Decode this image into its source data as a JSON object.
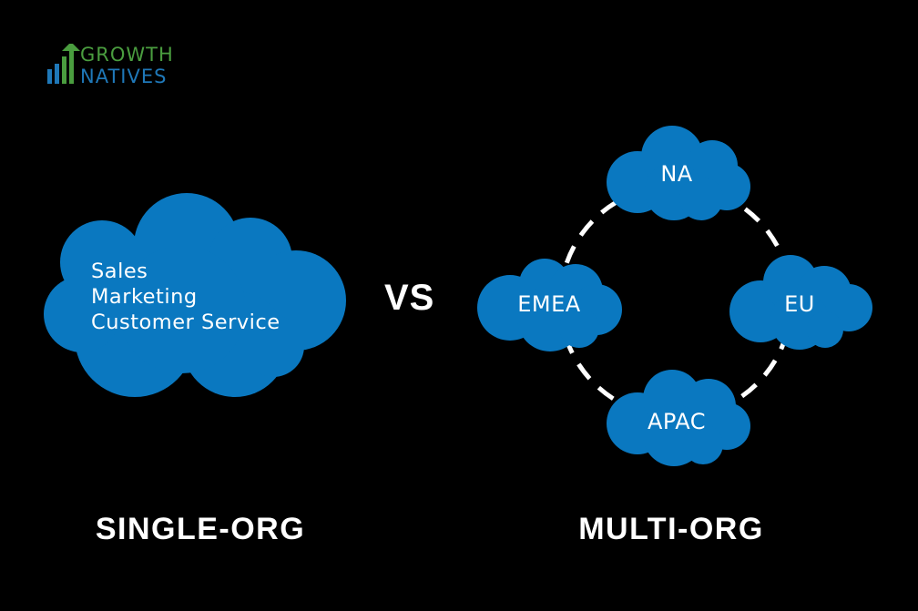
{
  "logo": {
    "line1": "GROWTH",
    "line2": "NATIVES",
    "colors": {
      "green": "#4a9d3f",
      "blue": "#1f78b8"
    }
  },
  "single_org": {
    "cloud_lines": [
      "Sales",
      "Marketing",
      "Customer Service"
    ],
    "label": "SINGLE-ORG"
  },
  "vs_text": "VS",
  "multi_org": {
    "regions": {
      "top": "NA",
      "left": "EMEA",
      "right": "EU",
      "bottom": "APAC"
    },
    "label": "MULTI-ORG"
  },
  "colors": {
    "background": "#000000",
    "cloud": "#0a78c0",
    "text": "#ffffff",
    "dashed_ring": "#ffffff"
  }
}
